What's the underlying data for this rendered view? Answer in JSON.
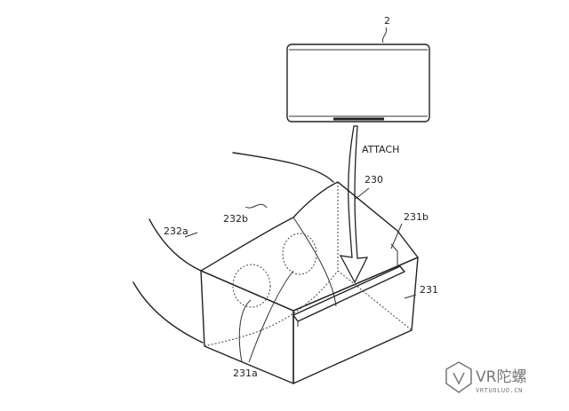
{
  "labels": {
    "device": "2",
    "attach": "ATTACH",
    "goggle": "230",
    "slot": "231b",
    "housing": "231",
    "strap_a": "232a",
    "strap_b": "232b",
    "lenses": "231a"
  },
  "watermark": {
    "brand": "VR陀螺",
    "url": "VRTUOLUO.CN"
  }
}
